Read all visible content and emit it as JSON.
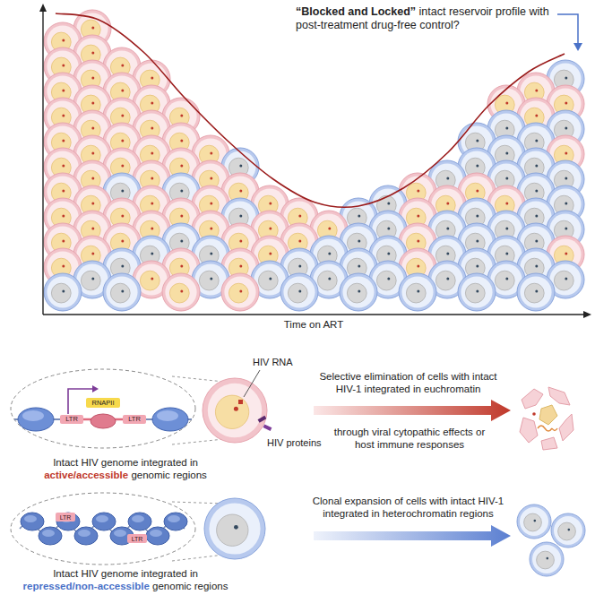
{
  "diagram": {
    "nodes": [
      {
        "text": [
          "LTR",
          "RNAPII",
          "LTR"
        ]
      },
      {
        "text": [
          "LTR",
          "LTR"
        ]
      }
    ],
    "labels": [
      "“Blocked and Locked”",
      "intact reservoir profile with post-treatment drug-free control?",
      "Time on ART",
      "HIV RNA",
      "HIV proteins",
      "Selective elimination of cells with intact HIV-1 integrated in euchromatin",
      "through viral cytopathic effects or host immune responses",
      "Intact HIV genome integrated in",
      "active/accessible",
      "genomic regions",
      "Clonal expansion of cells with intact HIV-1 integrated in heterochromatin regions",
      "Intact HIV genome integrated in",
      "repressed/non-accessible",
      "genomic regions"
    ]
  }
}
